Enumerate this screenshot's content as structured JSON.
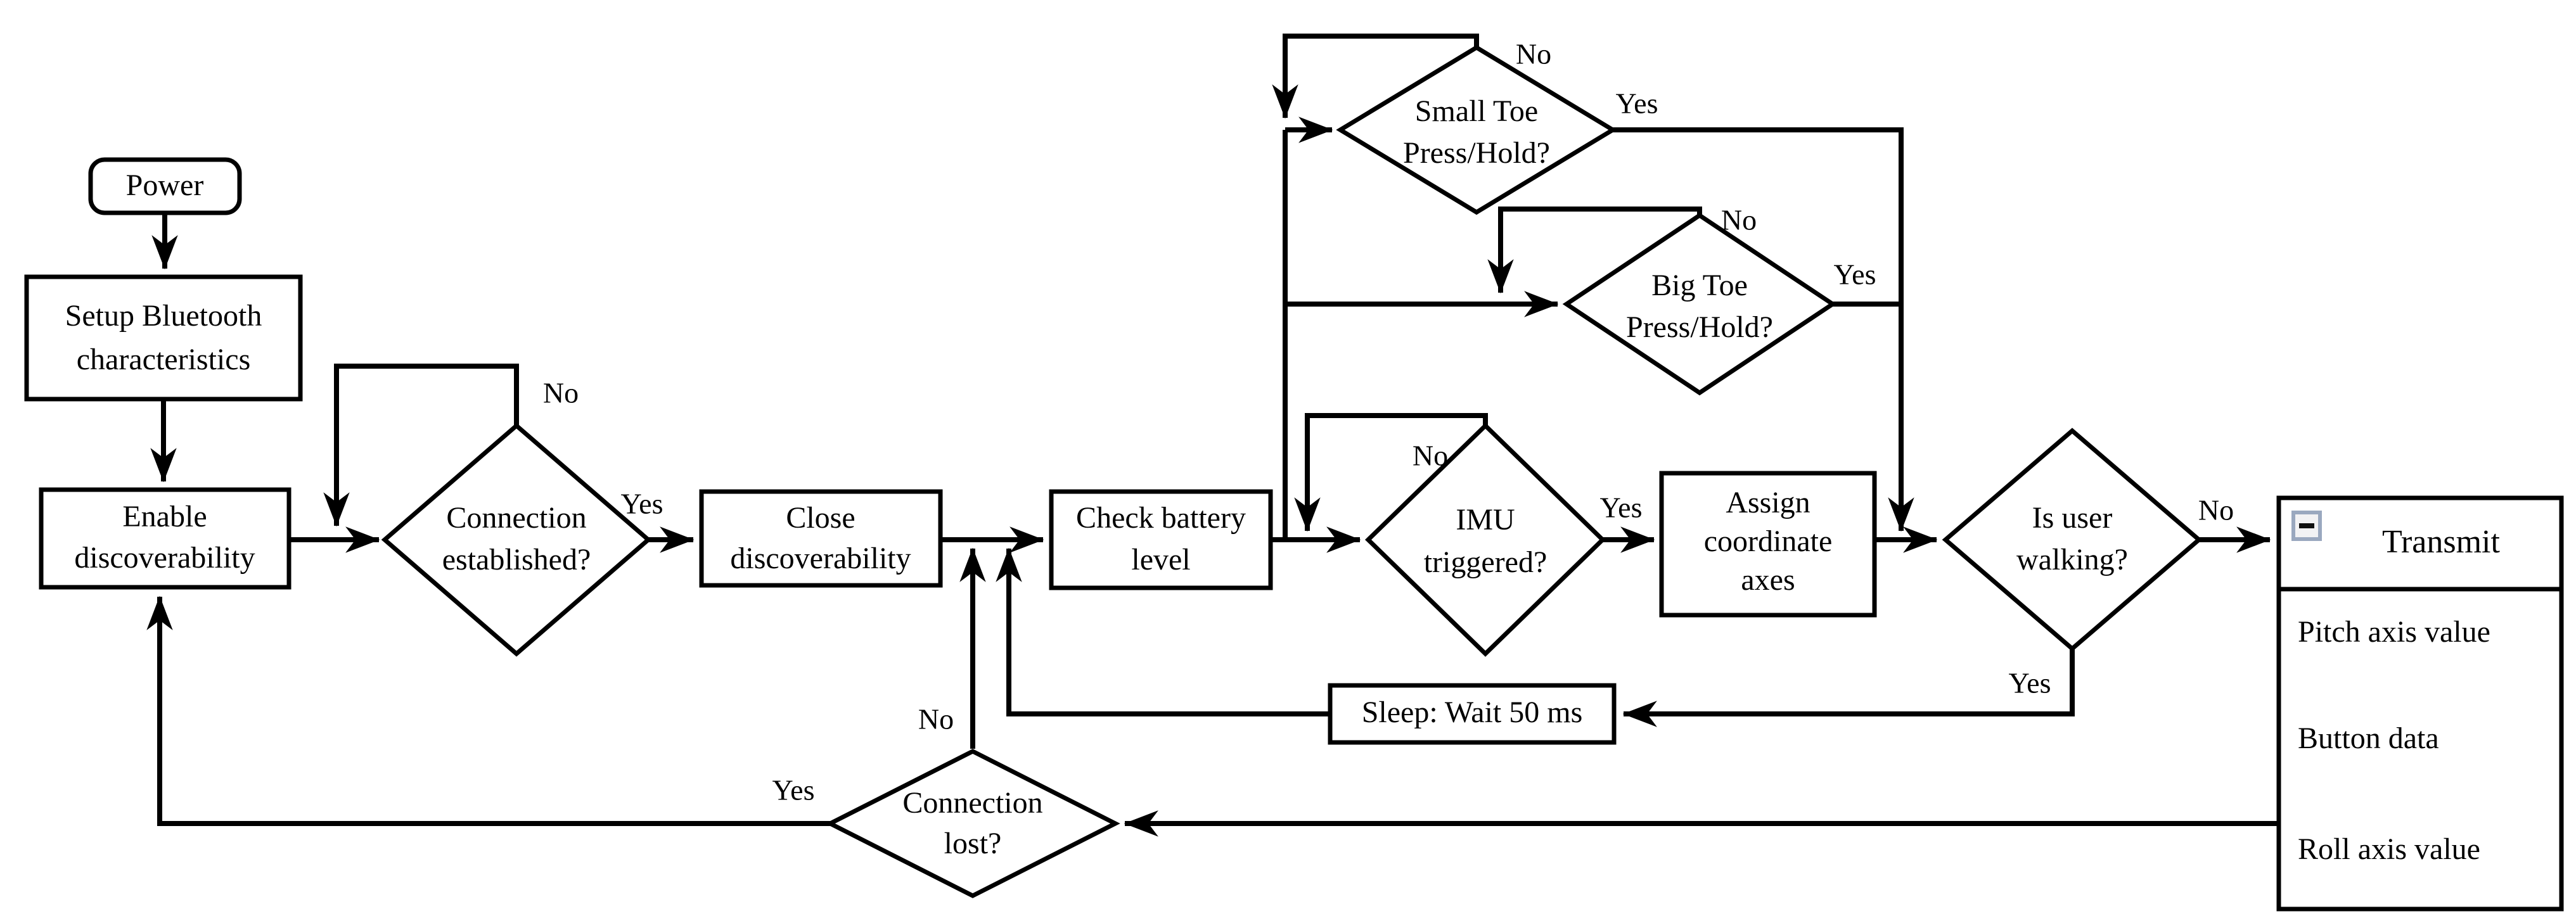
{
  "figure": {
    "kind": "flowchart",
    "background": "#ffffff"
  },
  "nodes": {
    "power": {
      "label": "Power"
    },
    "setup": {
      "line1": "Setup Bluetooth",
      "line2": "characteristics"
    },
    "enable": {
      "line1": "Enable",
      "line2": "discoverability"
    },
    "conn_established": {
      "line1": "Connection",
      "line2": "established?"
    },
    "close": {
      "line1": "Close",
      "line2": "discoverability"
    },
    "check_battery": {
      "line1": "Check battery",
      "line2": "level"
    },
    "small_toe": {
      "line1": "Small Toe",
      "line2": "Press/Hold?"
    },
    "big_toe": {
      "line1": "Big Toe",
      "line2": "Press/Hold?"
    },
    "imu": {
      "line1": "IMU",
      "line2": "triggered?"
    },
    "assign": {
      "line1": "Assign",
      "line2": "coordinate",
      "line3": "axes"
    },
    "walking": {
      "line1": "Is user",
      "line2": "walking?"
    },
    "sleep": {
      "label": "Sleep: Wait 50 ms"
    },
    "conn_lost": {
      "line1": "Connection",
      "line2": "lost?"
    },
    "transmit": {
      "title": "Transmit",
      "items": [
        "Pitch axis value",
        "Button data",
        "Roll axis value"
      ],
      "collapse_icon": "minus-collapse-box"
    }
  },
  "edge_labels": {
    "conn_no": "No",
    "conn_yes": "Yes",
    "small_toe_no": "No",
    "small_toe_yes": "Yes",
    "big_toe_no": "No",
    "big_toe_yes": "Yes",
    "imu_no": "No",
    "imu_yes": "Yes",
    "walking_no": "No",
    "walking_yes": "Yes",
    "lost_no": "No",
    "lost_yes": "Yes"
  },
  "colors": {
    "line": "#000000",
    "background": "#ffffff",
    "icon_border": "#9aa8bf",
    "icon_fill": "#f2f2f4",
    "icon_glyph": "#111111"
  }
}
